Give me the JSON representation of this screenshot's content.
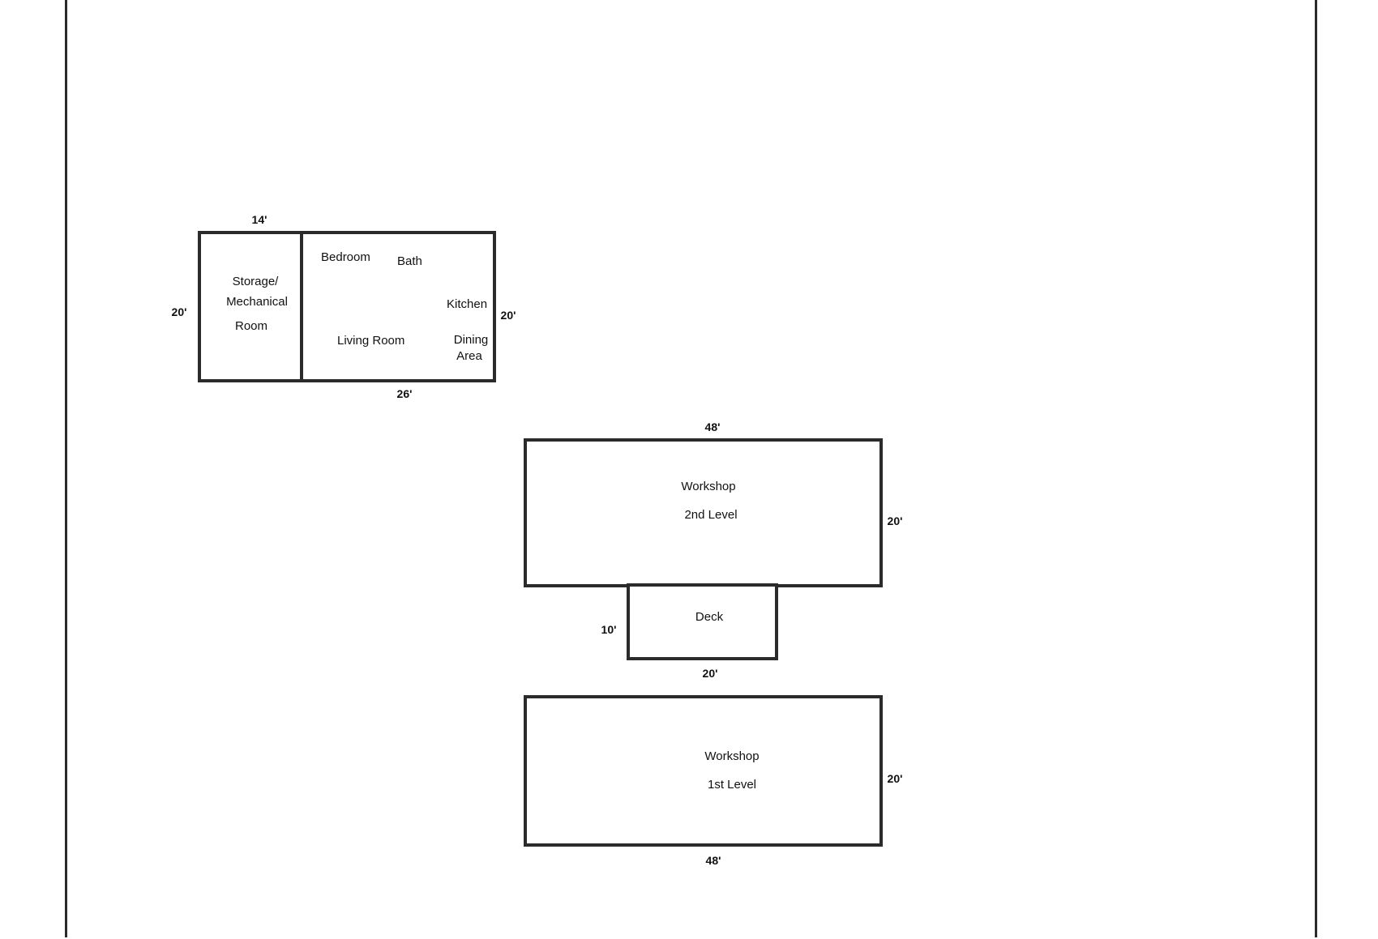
{
  "residence": {
    "storage_label_1": "Storage/",
    "storage_label_2": "Mechanical",
    "storage_label_3": "Room",
    "bedroom": "Bedroom",
    "bath": "Bath",
    "kitchen": "Kitchen",
    "living_room": "Living Room",
    "dining_1": "Dining",
    "dining_2": "Area",
    "dim_top": "14'",
    "dim_left": "20'",
    "dim_right": "20'",
    "dim_bottom": "26'"
  },
  "workshop_upper": {
    "label_1": "Workshop",
    "label_2": "2nd Level",
    "dim_top": "48'",
    "dim_right": "20'"
  },
  "deck": {
    "label": "Deck",
    "dim_left": "10'",
    "dim_bottom": "20'"
  },
  "workshop_lower": {
    "label_1": "Workshop",
    "label_2": "1st Level",
    "dim_right": "20'",
    "dim_bottom": "48'"
  }
}
